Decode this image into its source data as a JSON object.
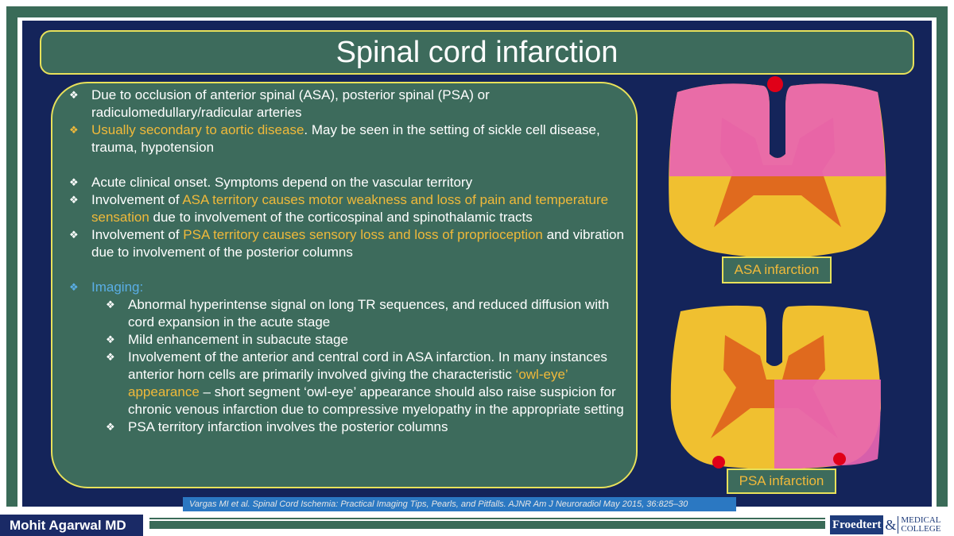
{
  "title": "Spinal cord infarction",
  "bullets": [
    {
      "level": 1,
      "parts": [
        {
          "t": "Due to occlusion of anterior spinal (ASA), posterior spinal (PSA) or radiculomedullary/radicular arteries"
        }
      ]
    },
    {
      "level": 1,
      "mark_color": "#f0b93a",
      "parts": [
        {
          "t": "Usually secondary to aortic disease",
          "c": "hl"
        },
        {
          "t": ". May be seen in the setting of sickle cell disease, trauma, hypotension"
        }
      ]
    },
    {
      "gap": true
    },
    {
      "level": 1,
      "parts": [
        {
          "t": "Acute clinical onset. Symptoms depend on the vascular territory"
        }
      ]
    },
    {
      "level": 1,
      "parts": [
        {
          "t": "Involvement of "
        },
        {
          "t": "ASA territory causes motor weakness and loss of pain and temperature sensation",
          "c": "hl"
        },
        {
          "t": " due to involvement of the corticospinal and spinothalamic tracts"
        }
      ]
    },
    {
      "level": 1,
      "parts": [
        {
          "t": "Involvement of "
        },
        {
          "t": "PSA territory causes sensory loss and loss of proprioception",
          "c": "hl"
        },
        {
          "t": " and vibration due to involvement of the posterior columns"
        }
      ]
    },
    {
      "gap": true
    },
    {
      "level": 1,
      "mark_color": "#5aaee6",
      "parts": [
        {
          "t": "Imaging:",
          "c": "blue"
        }
      ]
    },
    {
      "level": 2,
      "parts": [
        {
          "t": "Abnormal hyperintense signal on long TR sequences, and reduced diffusion with cord expansion in the acute stage"
        }
      ]
    },
    {
      "level": 2,
      "parts": [
        {
          "t": "Mild enhancement in subacute stage"
        }
      ]
    },
    {
      "level": 2,
      "parts": [
        {
          "t": "Involvement of the anterior and central cord in ASA infarction. In many instances anterior horn cells are primarily involved giving the characteristic "
        },
        {
          "t": "‘owl-eye’ appearance",
          "c": "hl"
        },
        {
          "t": " – short segment ‘owl-eye’ appearance should also raise suspicion for chronic venous infarction due to compressive myelopathy in the appropriate setting"
        }
      ]
    },
    {
      "level": 2,
      "parts": [
        {
          "t": "PSA territory infarction involves the posterior columns"
        }
      ]
    }
  ],
  "diagram": {
    "asa_label": "ASA infarction",
    "psa_label": "PSA infarction",
    "colors": {
      "cord": "#f0c030",
      "gray_matter": "#e06a1e",
      "infarct": "#e865b2",
      "artery": "#e00018"
    }
  },
  "citation": "Vargas MI et al. Spinal Cord Ischemia: Practical Imaging Tips, Pearls, and Pitfalls. AJNR Am J Neuroradiol May 2015, 36:825–30",
  "footer": {
    "author": "Mohit Agarwal MD",
    "logo_left": "Froedtert",
    "logo_amp": "&",
    "logo_right_1": "MEDICAL",
    "logo_right_2": "COLLEGE"
  }
}
